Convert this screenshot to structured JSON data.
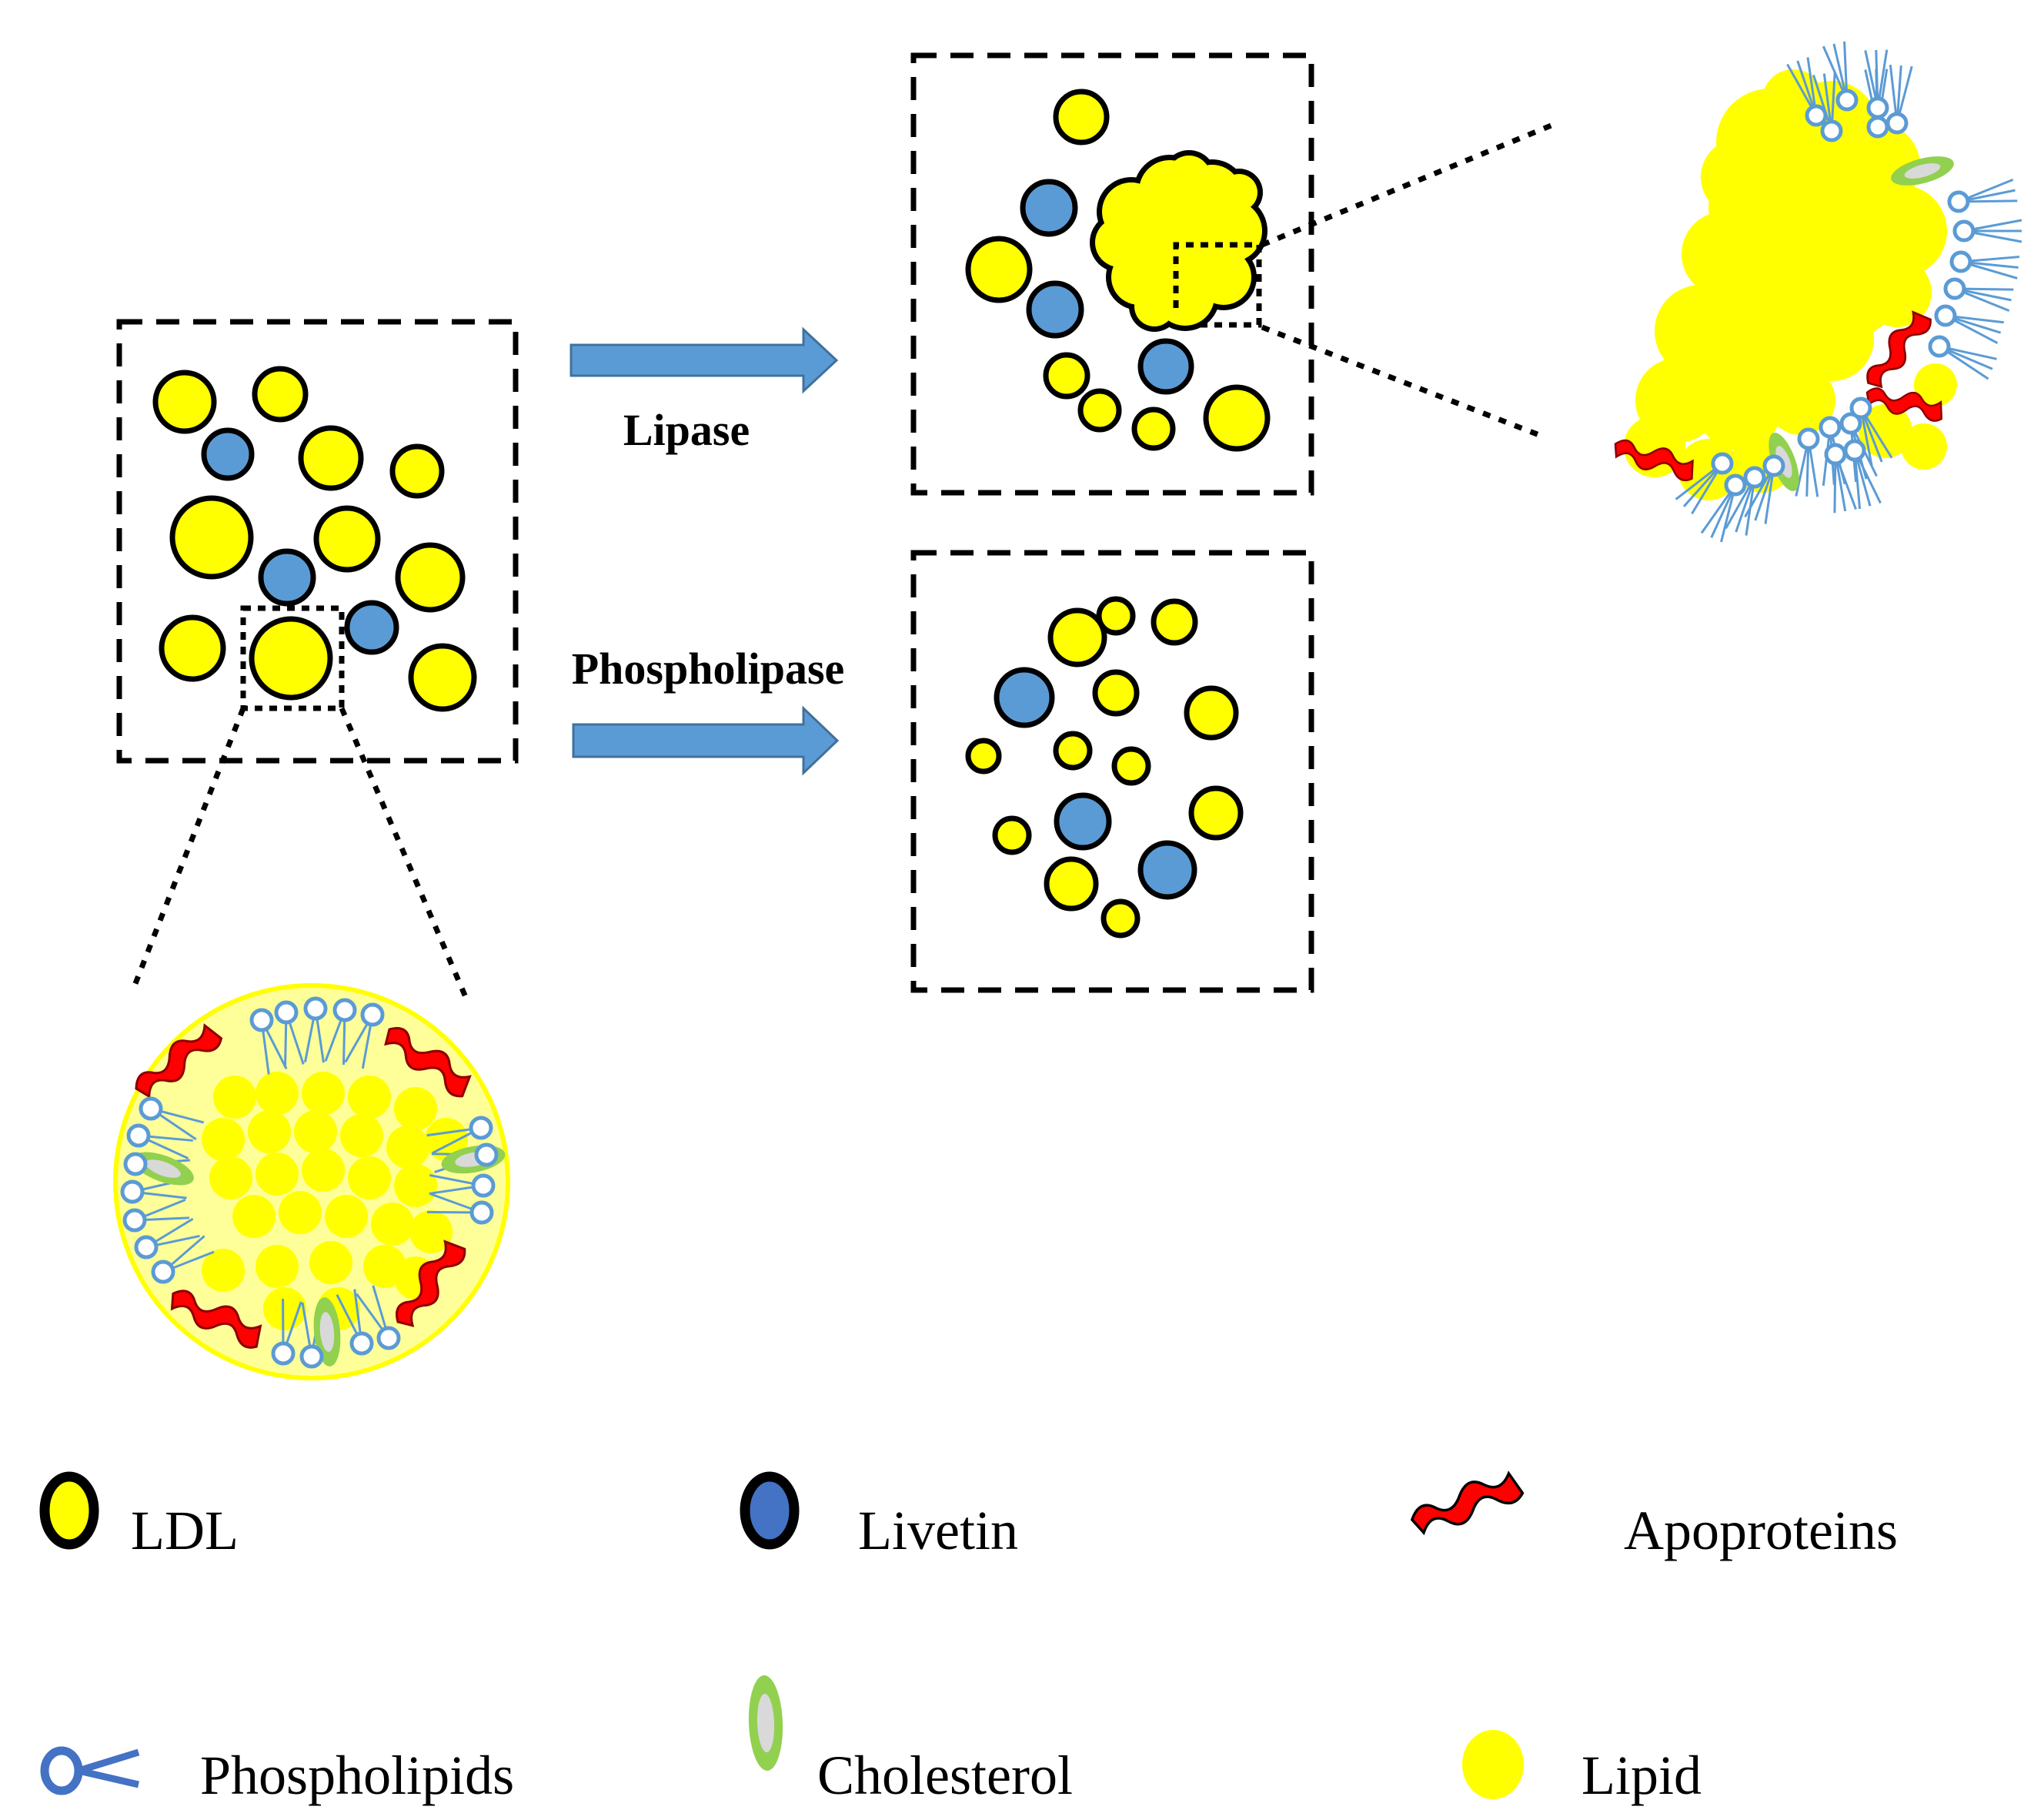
{
  "arrows": {
    "lipase_label": "Lipase",
    "phospholipase_label": "Phospholipase"
  },
  "legend": {
    "items": [
      {
        "key": "ldl",
        "label": "LDL"
      },
      {
        "key": "livetin",
        "label": "Livetin"
      },
      {
        "key": "apoproteins",
        "label": "Apoproteins"
      },
      {
        "key": "phospholipids",
        "label": "Phospholipids"
      },
      {
        "key": "cholesterol",
        "label": "Cholesterol"
      },
      {
        "key": "lipid",
        "label": "Lipid"
      }
    ]
  },
  "colors": {
    "ldl_fill": "#FFFF00",
    "livetin_fill": "#5B9BD5",
    "livetin_legend_fill": "#4472C4",
    "outline": "#000000",
    "arrow_fill": "#5B9BD5",
    "arrow_stroke": "#41719C",
    "apoprotein": "#FF0000",
    "cholesterol": "#92D050",
    "cholesterol_core": "#D9D9D9",
    "phospholipid": "#5B9BD5",
    "lipid": "#FFFF00",
    "lipid_background": "#FFFF99"
  }
}
